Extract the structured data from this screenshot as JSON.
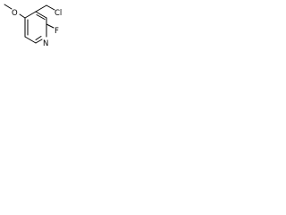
{
  "molecule": {
    "atoms": {
      "oxygen": "O",
      "chlorine": "Cl",
      "fluorine": "F",
      "nitrogen": "N"
    }
  },
  "colors": {
    "background": "#ffffff",
    "bond": "#000000",
    "text": "#000000"
  }
}
